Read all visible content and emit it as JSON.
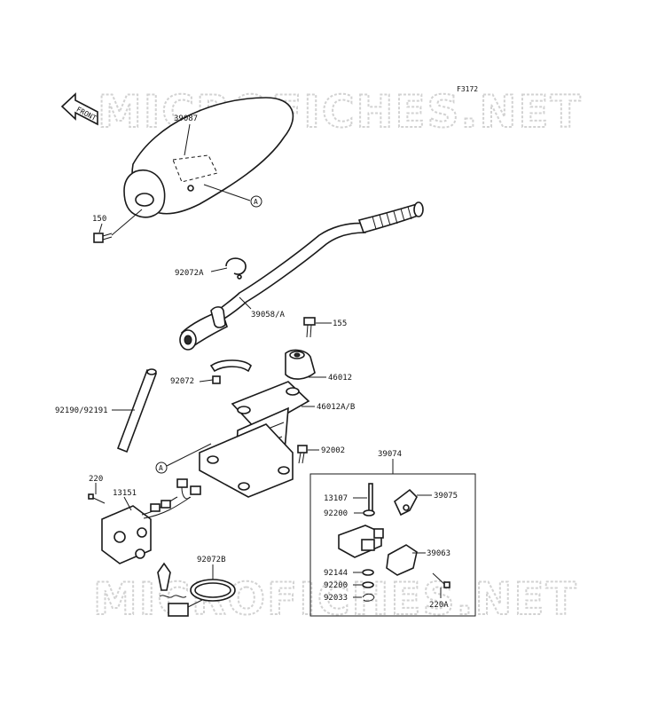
{
  "diagram_code": "F3172",
  "watermark": "MICROFICHES.NET",
  "front_label": "FRONT",
  "reference_marker": "A",
  "group_label": "39074",
  "parts": {
    "p39087": "39087",
    "p150": "150",
    "p92072A": "92072A",
    "p39058A": "39058/A",
    "p155": "155",
    "p92072": "92072",
    "p46012": "46012",
    "p46012AB": "46012A/B",
    "p9219092191": "92190/92191",
    "p92002": "92002",
    "p220": "220",
    "p13151": "13151",
    "p92072B": "92072B",
    "p13107": "13107",
    "p39075": "39075",
    "p92200a": "92200",
    "p39063": "39063",
    "p92144": "92144",
    "p92200b": "92200",
    "p92033": "92033",
    "p220A": "220A"
  }
}
